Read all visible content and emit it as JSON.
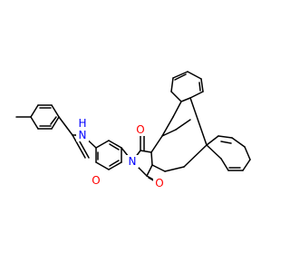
{
  "figure": {
    "type": "chemical-structure",
    "atom_labels": {
      "amide_nitrogen": "N",
      "amide_hydrogen": "H",
      "amide_oxygen": "O",
      "imide_nitrogen": "N",
      "imide_oxygen_top": "O",
      "imide_oxygen_bottom": "O"
    },
    "colors": {
      "bond": "#000000",
      "nitrogen": "#0000ff",
      "oxygen": "#ff0000",
      "background": "#ffffff"
    }
  }
}
